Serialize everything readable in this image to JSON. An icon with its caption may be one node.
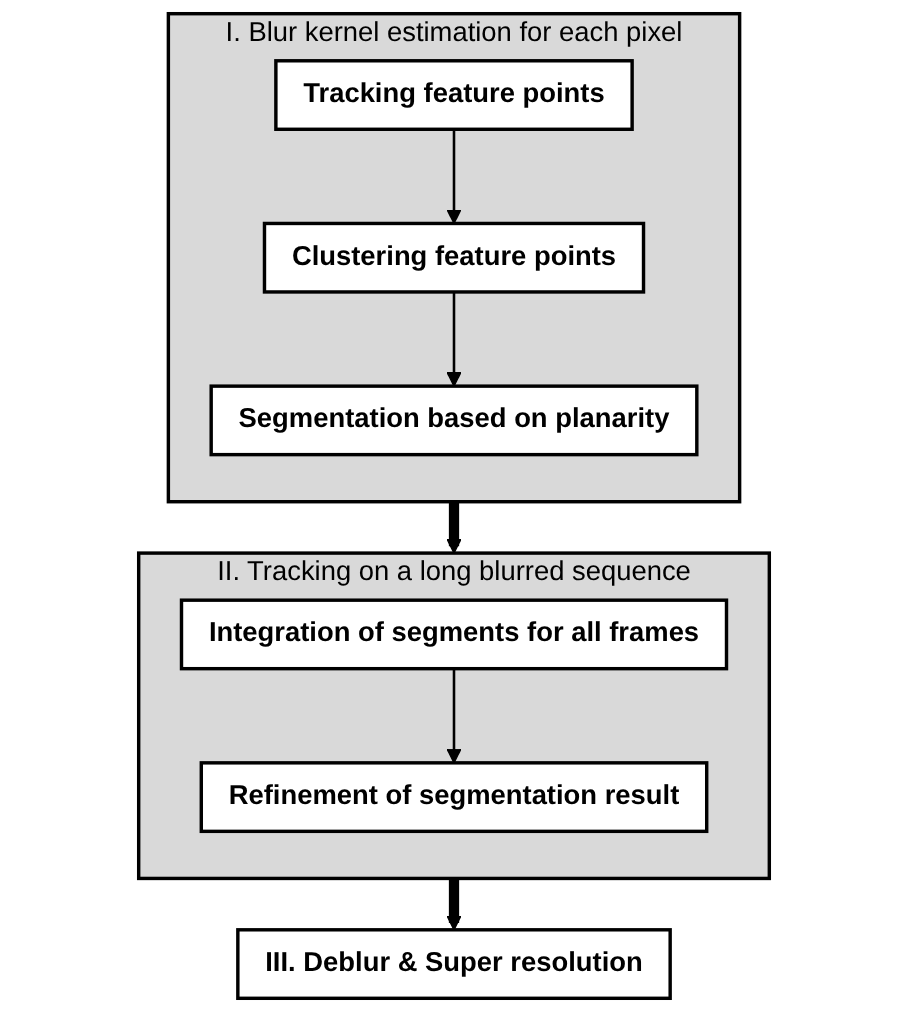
{
  "diagram": {
    "nodes": [
      {
        "text": [
          "I. Blur kernel estimation for each pixel"
        ]
      },
      {
        "text": [
          "Tracking feature points"
        ],
        "in": 0
      },
      {
        "text": [
          "Clustering feature points"
        ],
        "in": 0
      },
      {
        "text": [
          "Segmentation based on planarity"
        ],
        "in": 0
      },
      {
        "text": [
          "II. Tracking on a long blurred sequence"
        ]
      },
      {
        "text": [
          "Integration of segments for all frames"
        ],
        "in": 4
      },
      {
        "text": [
          "Refinement of segmentation result"
        ],
        "in": 4
      },
      {
        "text": [
          "III. Deblur & Super resolution"
        ]
      }
    ],
    "edges": [
      {
        "from": 1,
        "to": 2,
        "arrow": "to"
      },
      {
        "from": 2,
        "to": 3,
        "arrow": "to"
      },
      {
        "from": 0,
        "to": 4,
        "arrow": "to",
        "style": "thick"
      },
      {
        "from": 5,
        "to": 6,
        "arrow": "to"
      },
      {
        "from": 4,
        "to": 7,
        "arrow": "to",
        "style": "thick"
      }
    ]
  }
}
